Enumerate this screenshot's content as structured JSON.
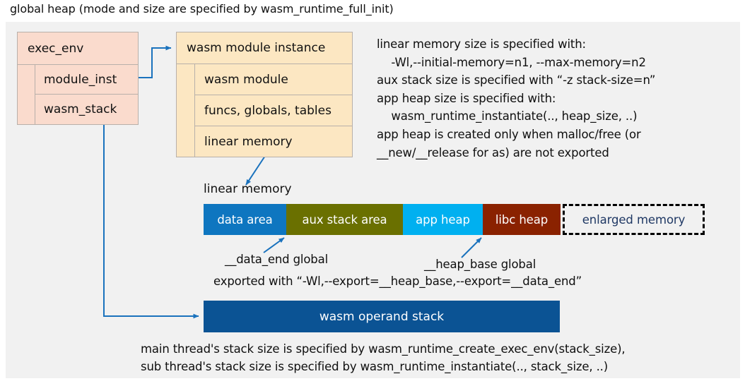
{
  "title": "global heap (mode and size are specified by wasm_runtime_full_init)",
  "exec_env": {
    "header": "exec_env",
    "rows": [
      {
        "label": "module_inst"
      },
      {
        "label": "wasm_stack"
      }
    ]
  },
  "module_instance": {
    "header": "wasm module instance",
    "rows": [
      {
        "label": "wasm module"
      },
      {
        "label": "funcs, globals, tables"
      },
      {
        "label": "linear memory"
      }
    ]
  },
  "notes_right": "linear memory size is specified with:\n    -Wl,--initial-memory=n1, --max-memory=n2\naux stack size is specified with “-z stack-size=n”\napp heap size is specified with:\n    wasm_runtime_instantiate(.., heap_size, ..)\napp heap is created only when malloc/free (or\n__new/__release for as) are not exported",
  "linear_memory": {
    "label": "linear memory",
    "segments": [
      {
        "name": "data-area",
        "label": "data area",
        "color": "#0e76c0",
        "text_color": "#ffffff"
      },
      {
        "name": "aux-stack-area",
        "label": "aux stack area",
        "color": "#6a7000",
        "text_color": "#ffffff"
      },
      {
        "name": "app-heap",
        "label": "app heap",
        "color": "#00b0f0",
        "text_color": "#ffffff"
      },
      {
        "name": "libc-heap",
        "label": "libc heap",
        "color": "#8a2200",
        "text_color": "#ffffff"
      },
      {
        "name": "enlarged-memory",
        "label": "enlarged memory",
        "color": "#f1f1f1",
        "text_color": "#1f3864"
      }
    ]
  },
  "annotations": {
    "data_end": "__data_end global",
    "heap_base": "__heap_base global",
    "exported_with": "exported with “-Wl,--export=__heap_base,--export=__data_end”"
  },
  "operand_stack": {
    "label": "wasm operand stack",
    "color": "#0b5394"
  },
  "notes_bottom": "main thread's stack size is specified by wasm_runtime_create_exec_env(stack_size),\nsub thread's stack size is specified by wasm_runtime_instantiate(.., stack_size, ..)",
  "colors": {
    "page_background": "#ffffff",
    "panel_background": "#f1f1f1",
    "exec_env_fill": "#fadbcd",
    "module_instance_fill": "#fce7c2",
    "box_border": "#b8b0aa",
    "connector": "#1a72bd"
  }
}
